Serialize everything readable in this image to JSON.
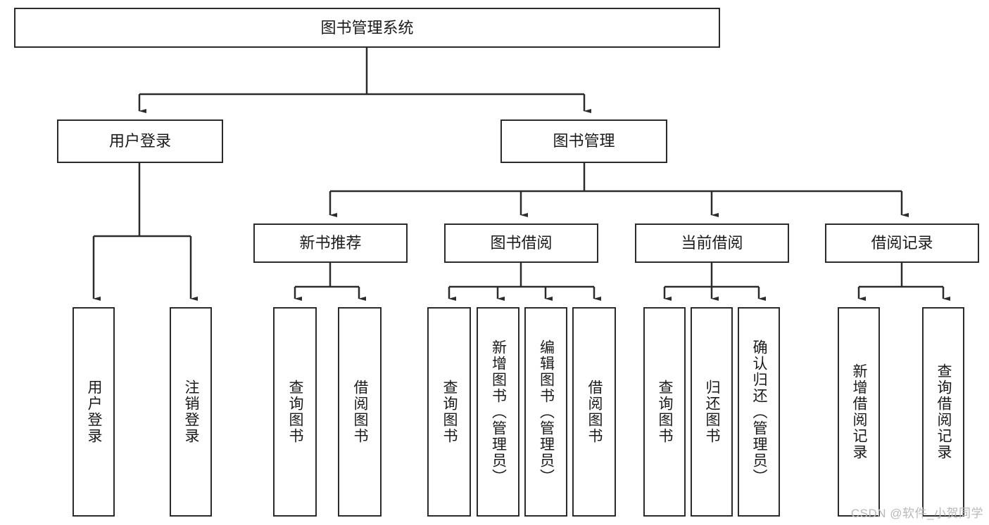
{
  "diagram": {
    "title": "图书管理系统",
    "type": "tree",
    "root": {
      "label": "图书管理系统"
    },
    "level2": [
      {
        "label": "用户登录"
      },
      {
        "label": "图书管理"
      }
    ],
    "level3": [
      {
        "label": "新书推荐"
      },
      {
        "label": "图书借阅"
      },
      {
        "label": "当前借阅"
      },
      {
        "label": "借阅记录"
      }
    ],
    "leaves": {
      "user_login": [
        {
          "label": "用户登录"
        },
        {
          "label": "注销登录"
        }
      ],
      "new_book": [
        {
          "label": "查询图书"
        },
        {
          "label": "借阅图书"
        }
      ],
      "book_borrow": [
        {
          "label": "查询图书"
        },
        {
          "label": "新增图书（管理员）"
        },
        {
          "label": "编辑图书（管理员）"
        },
        {
          "label": "借阅图书"
        }
      ],
      "current_borrow": [
        {
          "label": "查询图书"
        },
        {
          "label": "归还图书"
        },
        {
          "label": "确认归还（管理员）"
        }
      ],
      "borrow_record": [
        {
          "label": "新增借阅记录"
        },
        {
          "label": "查询借阅记录"
        }
      ]
    }
  },
  "watermark": {
    "text": "CSDN @软件_小贺同学"
  },
  "colors": {
    "stroke": "#2b2b2b",
    "fill": "#ffffff",
    "text": "#1a1a1a",
    "watermark": "#b9b9b9"
  }
}
